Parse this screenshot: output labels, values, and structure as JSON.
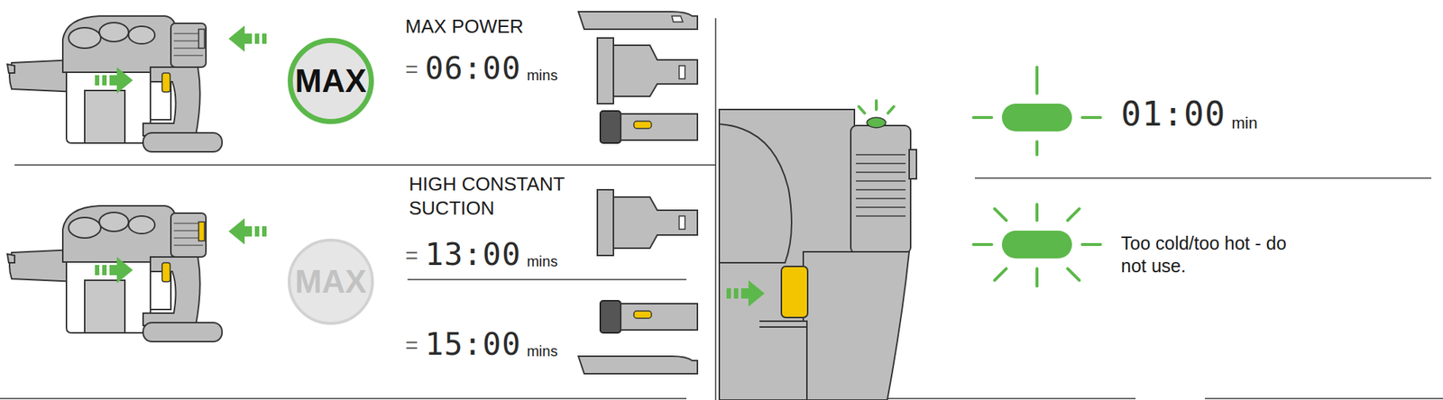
{
  "diagram": {
    "nodes": [
      {
        "text": [
          "MAX"
        ]
      },
      {
        "text": [
          "MAX"
        ]
      }
    ],
    "labels": [
      "MAX POWER",
      "=",
      "06:00",
      "mins",
      "HIGH CONSTANT SUCTION",
      "=",
      "13:00",
      "mins",
      "=",
      "15:00",
      "mins",
      "01:00",
      "min",
      "Too cold/too hot - do not use."
    ]
  }
}
